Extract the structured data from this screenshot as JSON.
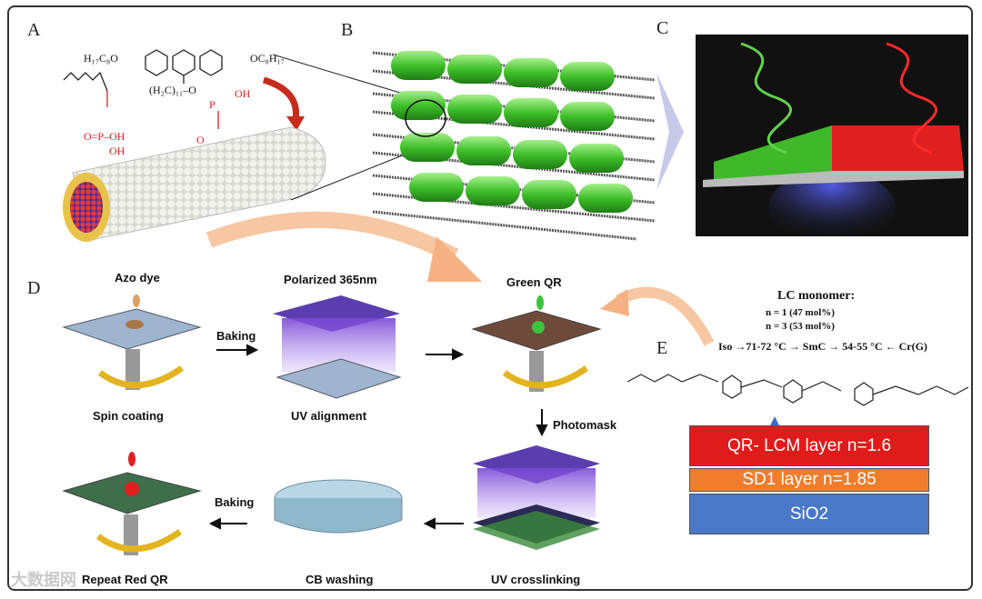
{
  "panels": {
    "a": "A",
    "b": "B",
    "c": "C",
    "d": "D",
    "e": "E"
  },
  "panelA": {
    "formula_top_left": "H₁₇C₈O",
    "formula_top_right": "OC₈H₁₇",
    "formula_chain": "(H₂C)₁₁–O",
    "p_label": "P",
    "oh_label": "OH"
  },
  "panelD": {
    "steps": {
      "azo_dye": "Azo dye",
      "spin_coating": "Spin coating",
      "baking1": "Baking",
      "polarized": "Polarized 365nm",
      "uv_alignment": "UV alignment",
      "green_qr": "Green QR",
      "photomask": "Photomask",
      "uv_crosslinking": "UV crosslinking",
      "cb_washing": "CB washing",
      "baking2": "Baking",
      "repeat_red_qr": "Repeat Red QR"
    }
  },
  "panelE": {
    "title": "LC monomer:",
    "n1": "n = 1 (47 mol%)",
    "n3": "n = 3 (53 mol%)",
    "phase": "Iso →71-72 °C → SmC → 54-55 °C ← Cr(G)",
    "layers": [
      {
        "label": "QR- LCM layer n=1.6",
        "color": "#e01b1b"
      },
      {
        "label": "SD1 layer n=1.85",
        "color": "#f07d2c"
      },
      {
        "label": "SiO2",
        "color": "#4a78c8"
      }
    ]
  },
  "watermark": "大数据网"
}
